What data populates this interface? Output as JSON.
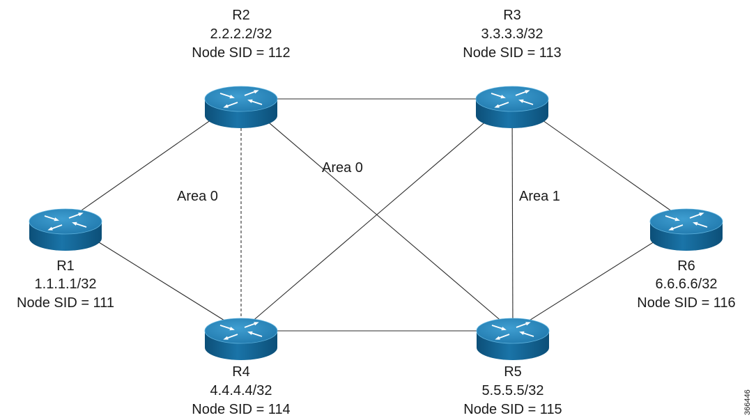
{
  "routers": [
    {
      "id": "r1",
      "name": "R1",
      "prefix": "1.1.1.1/32",
      "sid": "Node SID = 111"
    },
    {
      "id": "r2",
      "name": "R2",
      "prefix": "2.2.2.2/32",
      "sid": "Node SID = 112"
    },
    {
      "id": "r3",
      "name": "R3",
      "prefix": "3.3.3.3/32",
      "sid": "Node SID = 113"
    },
    {
      "id": "r4",
      "name": "R4",
      "prefix": "4.4.4.4/32",
      "sid": "Node SID = 114"
    },
    {
      "id": "r5",
      "name": "R5",
      "prefix": "5.5.5.5/32",
      "sid": "Node SID = 115"
    },
    {
      "id": "r6",
      "name": "R6",
      "prefix": "6.6.6.6/32",
      "sid": "Node SID = 116"
    }
  ],
  "links": [
    {
      "from": "r1",
      "to": "r2",
      "style": "solid"
    },
    {
      "from": "r1",
      "to": "r4",
      "style": "solid"
    },
    {
      "from": "r2",
      "to": "r3",
      "style": "solid"
    },
    {
      "from": "r2",
      "to": "r4",
      "style": "dashed"
    },
    {
      "from": "r2",
      "to": "r5",
      "style": "solid"
    },
    {
      "from": "r3",
      "to": "r4",
      "style": "solid"
    },
    {
      "from": "r3",
      "to": "r5",
      "style": "solid"
    },
    {
      "from": "r3",
      "to": "r6",
      "style": "solid"
    },
    {
      "from": "r4",
      "to": "r5",
      "style": "solid"
    },
    {
      "from": "r5",
      "to": "r6",
      "style": "solid"
    }
  ],
  "areas": [
    {
      "id": "area-r2-r4",
      "label": "Area 0"
    },
    {
      "id": "area-r2-r5",
      "label": "Area 0"
    },
    {
      "id": "area-r3-r5",
      "label": "Area 1"
    }
  ],
  "figure_id": "366446",
  "colors": {
    "router_top": "#2a86b8",
    "router_side": "#0f5e8c",
    "arrow": "#ffffff",
    "line": "#2b2b2b"
  }
}
